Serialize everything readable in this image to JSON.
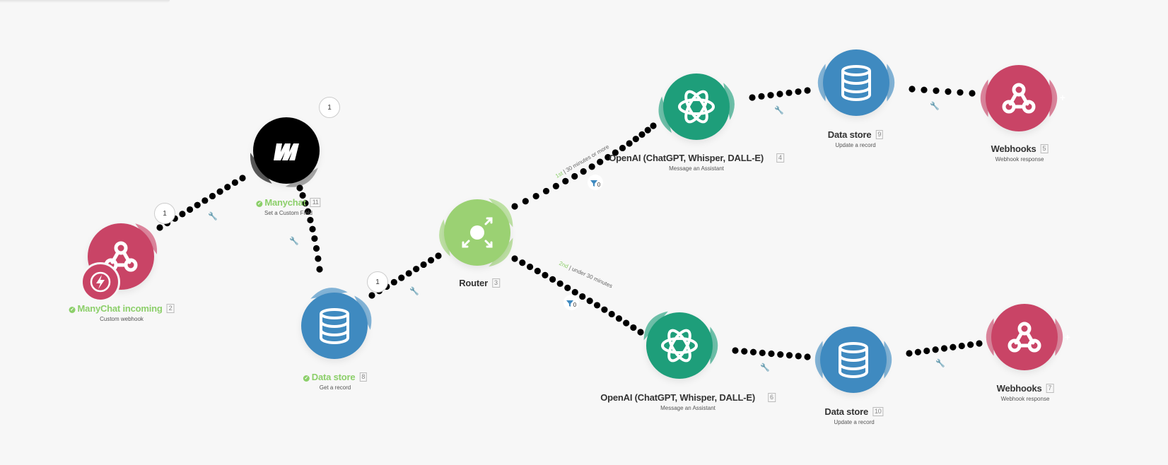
{
  "colors": {
    "webhook": "#c94466",
    "manychat": "#000000",
    "datastore": "#3f8ac0",
    "router": "#9bd173",
    "openai": "#1e9e7a",
    "success": "#8ccf6a"
  },
  "nodes": {
    "manychat_incoming": {
      "title": "ManyChat incoming",
      "id": "2",
      "subtitle": "Custom webhook",
      "icon": "webhook-icon"
    },
    "manychat": {
      "title": "Manychat",
      "id": "11",
      "subtitle": "Set a Custom Field",
      "icon": "manychat-logo-icon"
    },
    "datastore_get": {
      "title": "Data store",
      "id": "8",
      "subtitle": "Get a record",
      "icon": "database-icon"
    },
    "router": {
      "title": "Router",
      "id": "3",
      "subtitle": "",
      "icon": "router-icon"
    },
    "openai_top": {
      "title": "OpenAI (ChatGPT, Whisper, DALL-E)",
      "id": "4",
      "subtitle": "Message an Assistant",
      "icon": "openai-icon"
    },
    "datastore_top": {
      "title": "Data store",
      "id": "9",
      "subtitle": "Update a record",
      "icon": "database-icon"
    },
    "webhooks_top": {
      "title": "Webhooks",
      "id": "5",
      "subtitle": "Webhook response",
      "icon": "webhook-icon"
    },
    "openai_bottom": {
      "title": "OpenAI (ChatGPT, Whisper, DALL-E)",
      "id": "6",
      "subtitle": "Message an Assistant",
      "icon": "openai-icon"
    },
    "datastore_bottom": {
      "title": "Data store",
      "id": "10",
      "subtitle": "Update a record",
      "icon": "database-icon"
    },
    "webhooks_bottom": {
      "title": "Webhooks",
      "id": "7",
      "subtitle": "Webhook response",
      "icon": "webhook-icon"
    }
  },
  "badges": {
    "manychat_incoming": "1",
    "manychat": "1",
    "datastore_get": "1"
  },
  "routes": {
    "first": {
      "order": "1st",
      "label": "30 minutes or more",
      "filter_count": "0"
    },
    "second": {
      "order": "2nd",
      "label": "under 30 minutes",
      "filter_count": "0"
    }
  },
  "plus_symbol": "+"
}
